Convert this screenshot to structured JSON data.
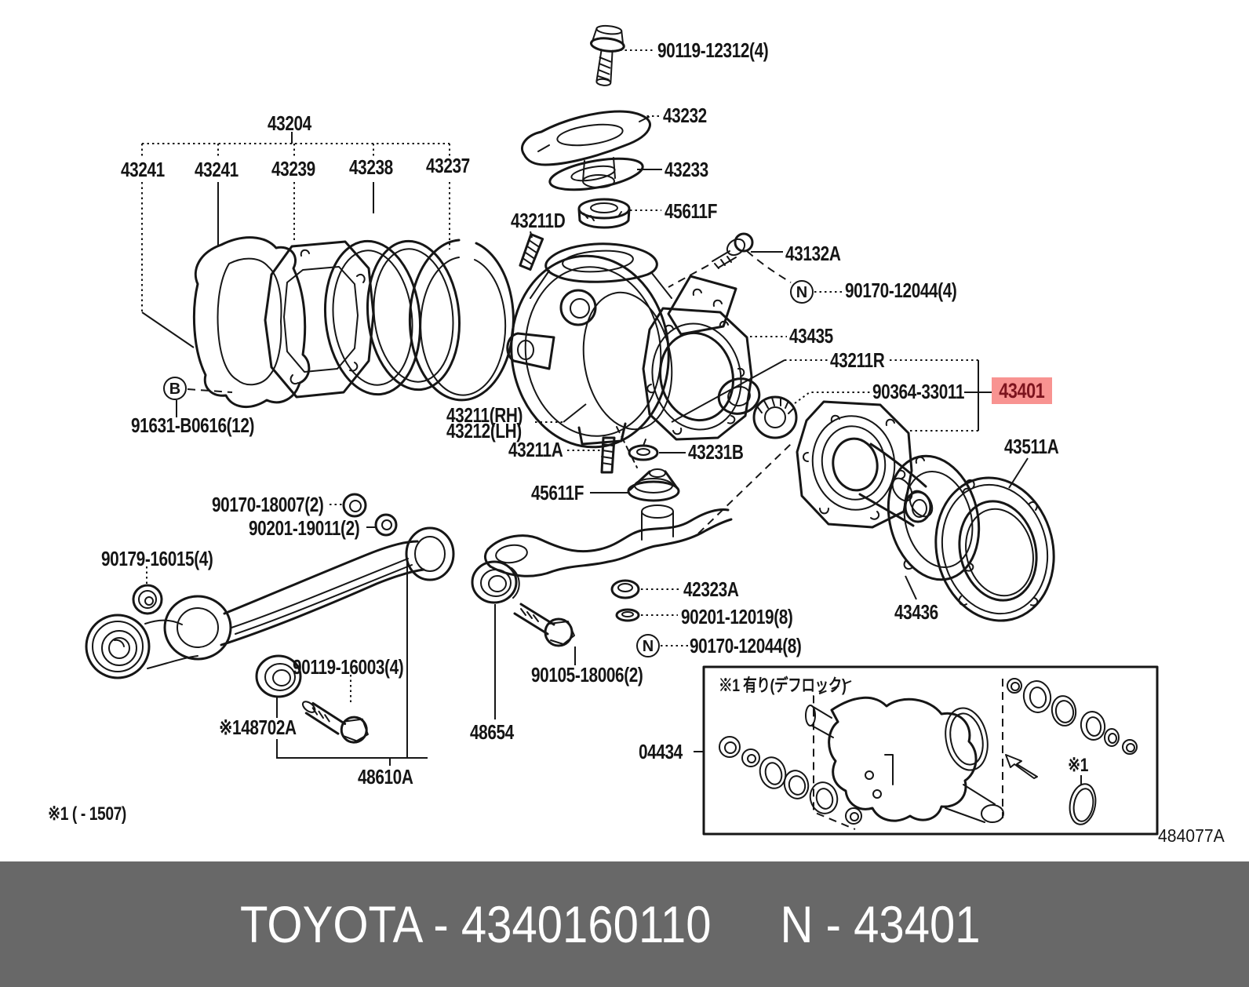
{
  "banner": {
    "left": "TOYOTA - 4340160110",
    "right": "N - 43401"
  },
  "drawing_number": "484077A",
  "footnote": "※1 (      - 1507)",
  "markers": {
    "b": "B",
    "n_upper": "N",
    "n_lower": "N"
  },
  "highlight": {
    "text": "43401"
  },
  "colors": {
    "highlight_bg": "#f89391",
    "highlight_text": "#7d141e",
    "banner_bg": "#686868",
    "banner_text": "#ffffff",
    "line": "#161616"
  },
  "inset": {
    "note": "※1 有り(デフロック)",
    "ref": "※1",
    "label": "04434"
  },
  "labels": {
    "bolt_90119_12312": "90119-12312(4)",
    "arm_43232": "43232",
    "gasket_43233": "43233",
    "bearing_45611f_upper": "45611F",
    "bolt_43211d": "43211D",
    "kit_43204": "43204",
    "gasket_43241_left": "43241",
    "gasket_43241_right": "43241",
    "shim_43239": "43239",
    "shim_43238": "43238",
    "ring_43237": "43237",
    "bolt_43132a": "43132A",
    "nut_90170_12044_4": "90170-12044(4)",
    "plate_43435": "43435",
    "spindle_43211r": "43211R",
    "bearing_90364_33011": "90364-33011",
    "knuckle_43211_rh": "43211(RH)",
    "knuckle_43212_lh": "43212(LH)",
    "stud_43211a": "43211A",
    "washer_43231b": "43231B",
    "bearing_45611f_lower": "45611F",
    "nut_90170_18007": "90170-18007(2)",
    "washer_90201_19011": "90201-19011(2)",
    "nut_90179_16015": "90179-16015(4)",
    "nut_91631_b0616": "91631-B0616(12)",
    "seal_43511a": "43511A",
    "hub_43436": "43436",
    "washer_42323a": "42323A",
    "washer_90201_12019": "90201-12019(8)",
    "nut_90170_12044_8": "90170-12044(8)",
    "bolt_90105_18006": "90105-18006(2)",
    "bushing_48654": "48654",
    "bolt_90119_16003": "90119-16003(4)",
    "bushing_48702a": "※148702A",
    "arm_48610a": "48610A",
    "axle_housing_04434": "04434"
  }
}
